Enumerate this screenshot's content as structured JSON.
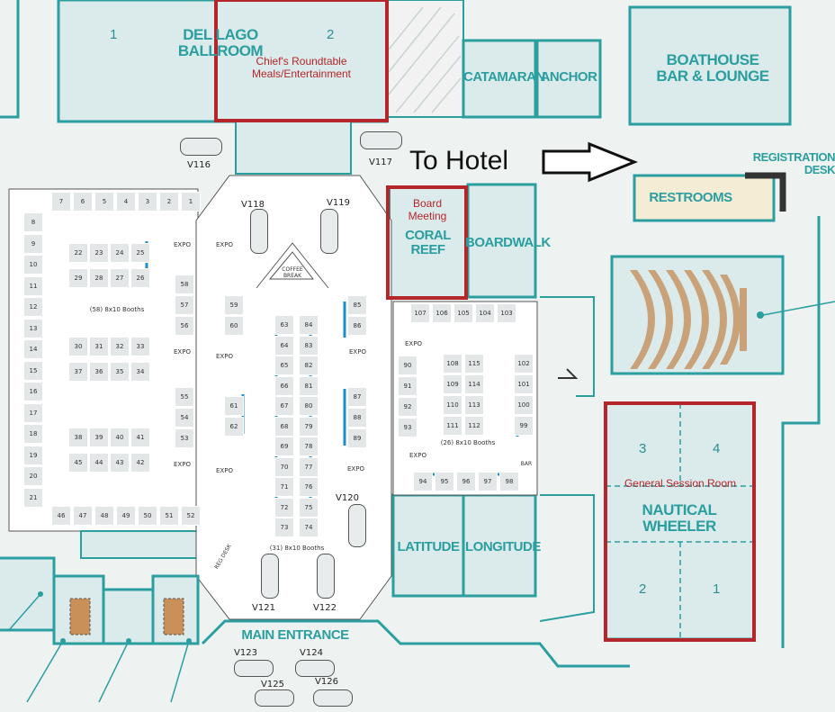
{
  "rooms": {
    "del_lago": "DEL LAGO BALLROOM",
    "del_lago_1": "1",
    "del_lago_2": "2",
    "catamaran": "CATAMARAN",
    "anchor": "ANCHOR",
    "boathouse": "BOATHOUSE\nBAR & LOUNGE",
    "registration": "REGISTRATION\nDESK",
    "restrooms": "RESTROOMS",
    "coral_reef": "CORAL\nREEF",
    "boardwalk": "BOARDWALK",
    "latitude": "LATITUDE",
    "longitude": "LONGITUDE",
    "nautical": "NAUTICAL\nWHEELER",
    "nautical_3": "3",
    "nautical_4": "4",
    "nautical_2": "2",
    "nautical_1": "1",
    "main_entrance": "MAIN ENTRANCE"
  },
  "highlights": {
    "chiefs": "Chief's Roundtable\nMeals/Entertainment",
    "board": "Board\nMeeting",
    "general": "General Session Room"
  },
  "to_hotel": "To Hotel",
  "hall_labels": {
    "left_booths": "(58) 8x10 Booths",
    "center_booths": "(31) 8x10 Booths",
    "right_booths": "(26) 8x10 Booths",
    "coffee": "COFFEE\nBREAK",
    "reg_desk": "REG DESK",
    "bar": "BAR",
    "expo": "EXPO"
  },
  "vehicles": [
    "V116",
    "V117",
    "V118",
    "V119",
    "V120",
    "V121",
    "V122",
    "V123",
    "V124",
    "V125",
    "V126"
  ],
  "booths": {
    "left_top_row": [
      "7",
      "6",
      "5",
      "4",
      "3",
      "2",
      "1"
    ],
    "left_col": [
      "8",
      "9",
      "10",
      "11",
      "12",
      "13",
      "14",
      "15",
      "16",
      "17",
      "18",
      "19",
      "20",
      "21"
    ],
    "left_bottom_row": [
      "46",
      "47",
      "48",
      "49",
      "50",
      "51",
      "52"
    ],
    "block_a": [
      "22",
      "23",
      "24",
      "25",
      "29",
      "28",
      "27",
      "26"
    ],
    "block_b": [
      "30",
      "31",
      "32",
      "33",
      "37",
      "36",
      "35",
      "34"
    ],
    "block_c": [
      "38",
      "39",
      "40",
      "41",
      "45",
      "44",
      "43",
      "42"
    ],
    "left_right_col": [
      "58",
      "57",
      "56",
      "55",
      "54",
      "53"
    ],
    "center_left": [
      "59",
      "60",
      "61",
      "62"
    ],
    "center_a": [
      "63",
      "64",
      "65",
      "66",
      "67",
      "68",
      "69",
      "70",
      "71",
      "72",
      "73"
    ],
    "center_b": [
      "84",
      "83",
      "82",
      "81",
      "80",
      "79",
      "78",
      "77",
      "76",
      "75",
      "74"
    ],
    "center_right": [
      "85",
      "86",
      "87",
      "88",
      "89"
    ],
    "right_top_row": [
      "107",
      "106",
      "105",
      "104",
      "103"
    ],
    "right_left_col": [
      "90",
      "91",
      "92",
      "93"
    ],
    "right_block": [
      "108",
      "115",
      "109",
      "114",
      "110",
      "113",
      "111",
      "112"
    ],
    "right_col": [
      "102",
      "101",
      "100",
      "99"
    ],
    "right_bottom_row": [
      "94",
      "95",
      "96",
      "97",
      "98"
    ]
  }
}
